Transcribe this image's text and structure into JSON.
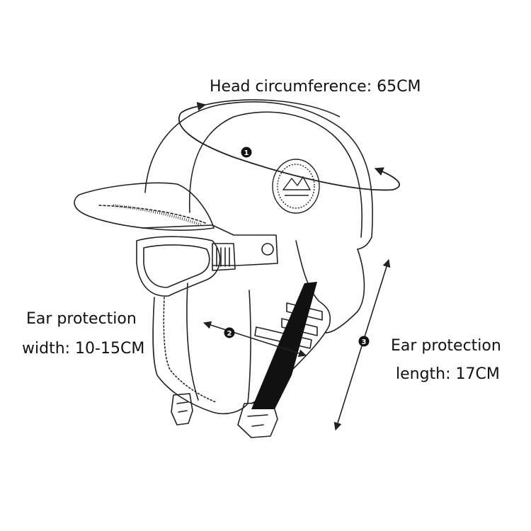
{
  "labels": {
    "head_circumference": "Head circumference: 65CM",
    "ear_width_line1": "Ear protection",
    "ear_width_line2": "width: 10-15CM",
    "ear_length_line1": "Ear protection",
    "ear_length_line2": "length: 17CM"
  },
  "markers": [
    "1",
    "2",
    "3"
  ],
  "colors": {
    "line": "#222222",
    "background": "#ffffff",
    "strap": "#111111"
  }
}
